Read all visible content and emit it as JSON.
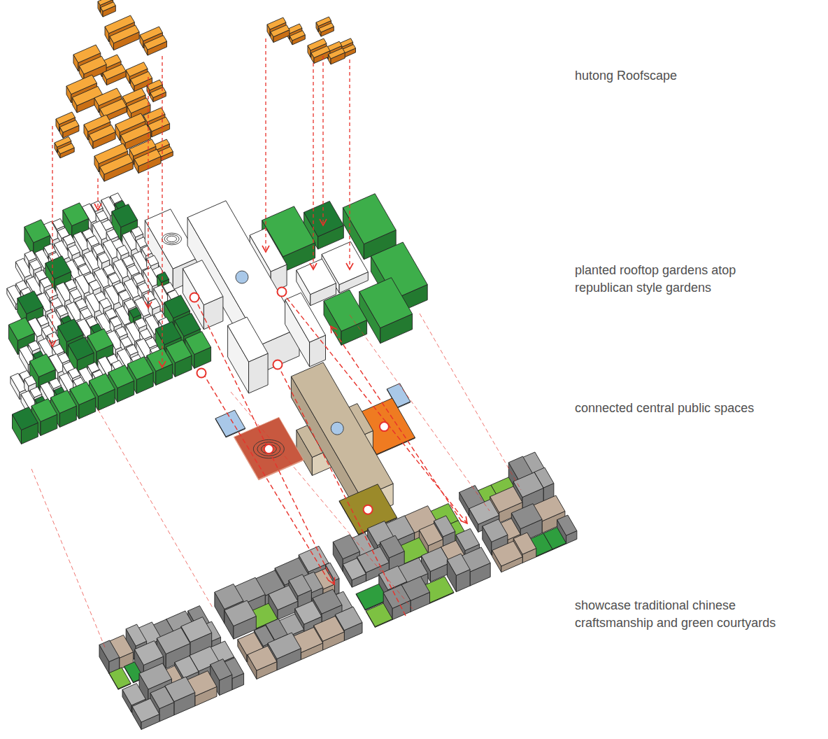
{
  "diagram": {
    "labels": [
      "hutong Roofscape",
      "planted rooftop gardens atop republican style gardens",
      "connected central public spaces",
      "showcase traditional chinese craftsmanship and green courtyards"
    ]
  }
}
